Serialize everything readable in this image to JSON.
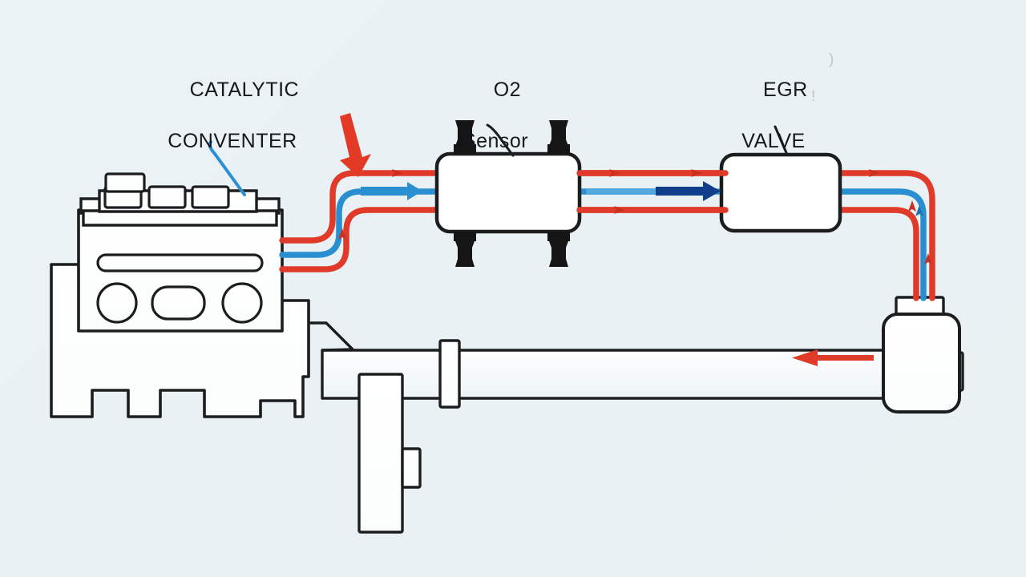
{
  "diagram": {
    "title": "Automotive exhaust and EGR system schematic",
    "background_color": "#eaf1f4",
    "labels": [
      {
        "name": "catalytic-converter",
        "line1": "CATALYTIC",
        "line2": "CONVENTER",
        "color": "#15181c"
      },
      {
        "name": "o2-sensor",
        "line1": "O2",
        "line2": "Sensor",
        "color": "#15181c"
      },
      {
        "name": "egr-valve",
        "line1": "EGR",
        "line2": "VALVE",
        "color": "#15181c"
      }
    ],
    "ghost_marks": [
      {
        "name": "ghost-chevron",
        "text": ")"
      },
      {
        "name": "ghost-tick",
        "text": "!"
      }
    ],
    "components": [
      {
        "name": "engine-block",
        "type": "outline-shape",
        "stroke": "#1b1d1f"
      },
      {
        "name": "o2-sensor-housing",
        "type": "rounded-box",
        "stroke": "#1b1d1f",
        "fill": "#ffffff"
      },
      {
        "name": "egr-valve-housing",
        "type": "rounded-box",
        "stroke": "#1b1d1f",
        "fill": "#ffffff"
      },
      {
        "name": "muffler-canister",
        "type": "rounded-box",
        "stroke": "#1b1d1f",
        "fill": "#ffffff"
      },
      {
        "name": "exhaust-pipe",
        "type": "pipe",
        "stroke": "#1b1d1f",
        "fill": "#f6f9fa"
      },
      {
        "name": "pipe-flange",
        "type": "collar",
        "stroke": "#1b1d1f"
      },
      {
        "name": "hanger-bracket",
        "type": "rectangle",
        "stroke": "#1b1d1f"
      }
    ],
    "flow_lines": [
      {
        "name": "exhaust-flow-upper",
        "color": "#e03b2a",
        "meaning": "hot exhaust gas"
      },
      {
        "name": "exhaust-flow-lower",
        "color": "#e03b2a",
        "meaning": "hot exhaust gas"
      },
      {
        "name": "recirculation-flow",
        "color": "#2a8fd0",
        "meaning": "recirculated gas"
      }
    ],
    "arrows": [
      {
        "name": "intake-arrow-large",
        "color": "#e03b2a",
        "direction": "down-right"
      },
      {
        "name": "recirculation-arrow",
        "color": "#123f8c",
        "direction": "right"
      },
      {
        "name": "recirculation-arrow-inlet",
        "color": "#2a8fd0",
        "direction": "right"
      },
      {
        "name": "tailpipe-arrow",
        "color": "#e03b2a",
        "direction": "left"
      }
    ],
    "colors": {
      "exhaust_red": "#e03b2a",
      "flow_blue": "#2a8fd0",
      "arrow_navy": "#123f8c",
      "outline": "#1b1d1f",
      "leader_blue": "#2b8fd6",
      "panel_white": "#ffffff"
    }
  }
}
